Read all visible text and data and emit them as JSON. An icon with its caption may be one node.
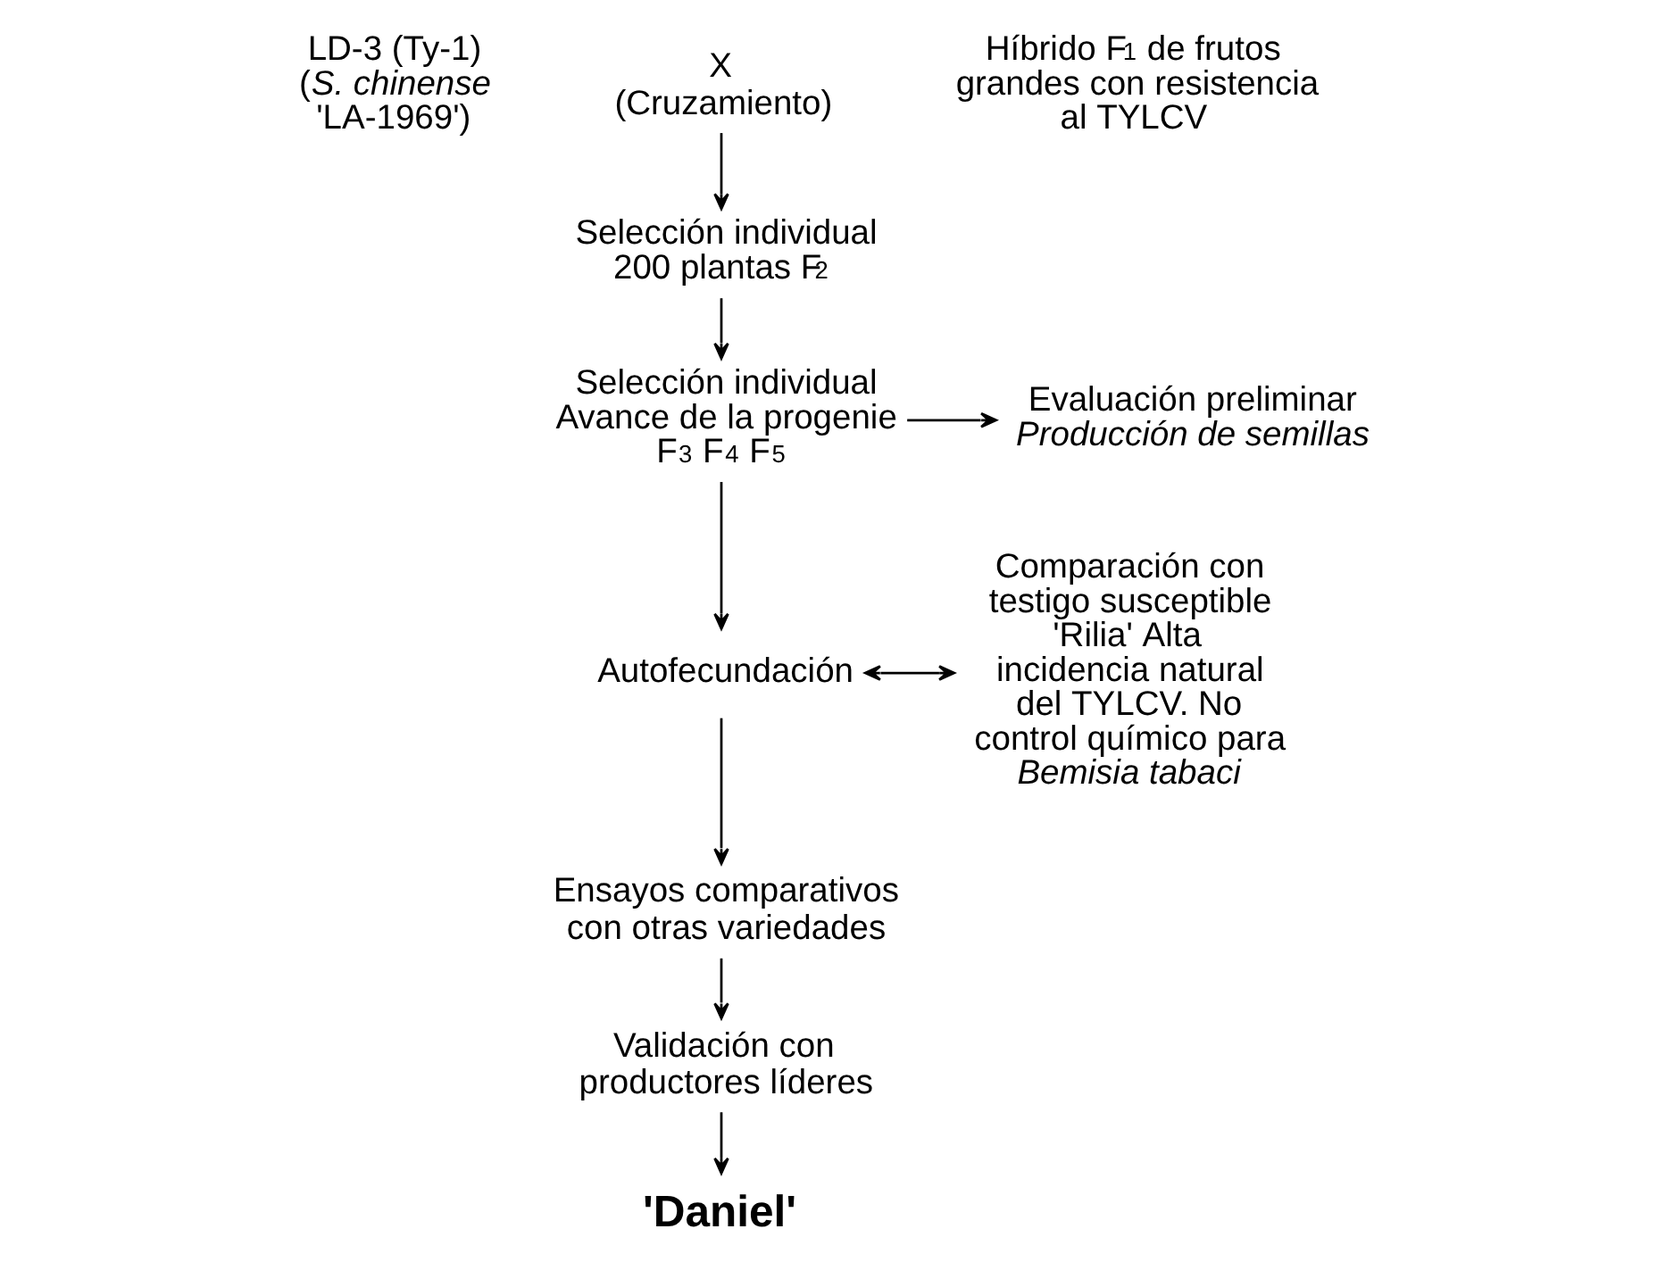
{
  "diagram": {
    "nodes": [
      {
        "text": [
          "LD-3 (Ty-1) (*S. chinense* 'LA-1969')"
        ]
      },
      {
        "text": [
          "X (Cruzamiento)"
        ]
      },
      {
        "text": [
          "Híbrido F$_{1}$ de frutos grandes con resistencia al TYLCV"
        ]
      },
      {
        "text": [
          "Selección individual 200 plantas F$_{2}$"
        ]
      },
      {
        "text": [
          "Selección individual Avance de la progenie F$_{3}$ F$_{4}$ F$_{5}$"
        ]
      },
      {
        "text": [
          "Evaluación preliminar",
          "Producción de semillas"
        ]
      },
      {
        "text": [
          "Autofecundación"
        ]
      },
      {
        "text": [
          "Comparación con testigo susceptible 'Rilia' Alta incidencia natural del TYLCV. No control químico para *Bemisia tabaci*"
        ]
      },
      {
        "text": [
          "Ensayos comparativos con otras variedades"
        ]
      },
      {
        "text": [
          "Validación con productores líderes"
        ]
      },
      {
        "text": [
          "'Daniel'"
        ]
      }
    ],
    "edges": [
      {
        "from": 1,
        "to": 3,
        "arrow": "to"
      },
      {
        "from": 3,
        "to": 4,
        "arrow": "to"
      },
      {
        "from": 4,
        "to": 5,
        "arrow": "to"
      },
      {
        "from": 4,
        "to": 6,
        "arrow": "to"
      },
      {
        "from": 6,
        "to": 7,
        "arrow": "both"
      },
      {
        "from": 6,
        "to": 8,
        "arrow": "to"
      },
      {
        "from": 8,
        "to": 9,
        "arrow": "to"
      },
      {
        "from": 9,
        "to": 10,
        "arrow": "to"
      }
    ]
  }
}
